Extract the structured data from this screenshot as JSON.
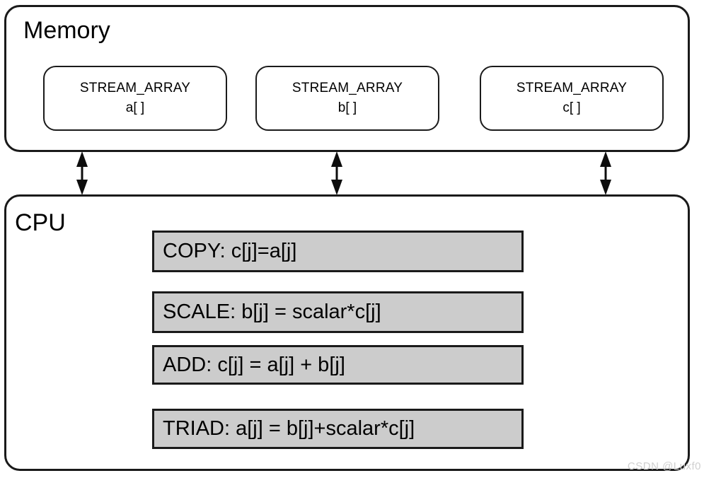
{
  "diagram": {
    "title": "STREAM Benchmark Memory and CPU Diagram",
    "colors": {
      "stroke": "#1a1a1a",
      "background": "#ffffff",
      "op_fill": "#cccccc",
      "watermark": "#cfcfcf"
    }
  },
  "memory": {
    "label": "Memory",
    "arrays": [
      {
        "name": "STREAM_ARRAY",
        "variable": "a[ ]"
      },
      {
        "name": "STREAM_ARRAY",
        "variable": "b[ ]"
      },
      {
        "name": "STREAM_ARRAY",
        "variable": "c[ ]"
      }
    ]
  },
  "connectors": [
    {
      "name": "memory-cpu-link-a",
      "direction": "bidirectional"
    },
    {
      "name": "memory-cpu-link-b",
      "direction": "bidirectional"
    },
    {
      "name": "memory-cpu-link-c",
      "direction": "bidirectional"
    }
  ],
  "cpu": {
    "label": "CPU",
    "operations": [
      {
        "text": "COPY: c[j]=a[j]"
      },
      {
        "text": "SCALE:  b[j] = scalar*c[j]"
      },
      {
        "text": "ADD:  c[j] = a[j] + b[j]"
      },
      {
        "text": "TRIAD:  a[j] = b[j]+scalar*c[j]"
      }
    ]
  },
  "watermark": {
    "text": "CSDN @Luxf0"
  }
}
